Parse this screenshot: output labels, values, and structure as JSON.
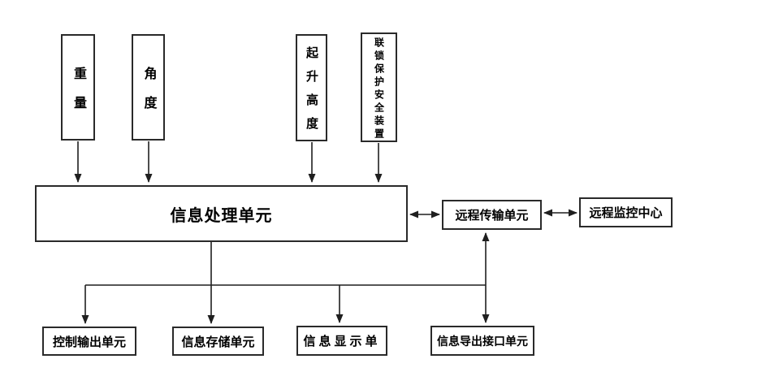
{
  "colors": {
    "background": "#ffffff",
    "line": "#1f1f1f",
    "box_border": "#2a2a2a",
    "text": "#000000"
  },
  "sensors": [
    {
      "label": "重量"
    },
    {
      "label": "角度"
    },
    {
      "label": "起升高度"
    },
    {
      "label": "联锁保护安全装置"
    }
  ],
  "processor": {
    "label": "信息处理单元"
  },
  "remote_transmission": {
    "label": "远程传输单元"
  },
  "remote_monitoring": {
    "label": "远程监控中心"
  },
  "outputs": [
    {
      "label": "控制输出单元"
    },
    {
      "label": "信息存储单元"
    },
    {
      "label": "信息显示单"
    },
    {
      "label": "信息导出接口单元"
    }
  ]
}
